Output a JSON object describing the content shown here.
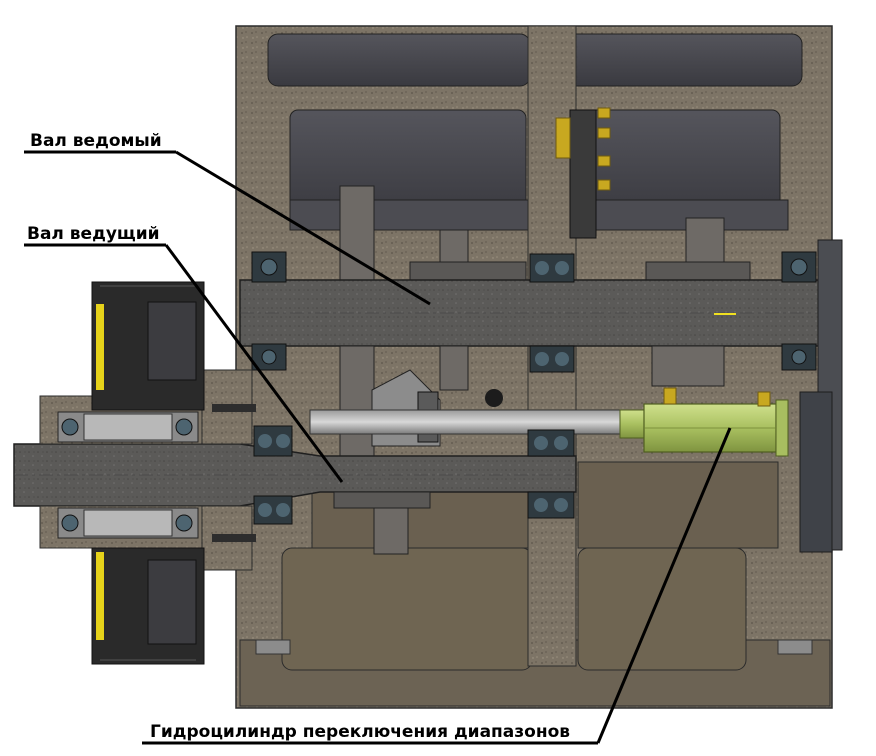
{
  "labels": {
    "driven_shaft": "Вал ведомый",
    "drive_shaft": "Вал ведущий",
    "range_cylinder": "Гидроцилиндр переключения диапазонов"
  },
  "colors": {
    "background": "#ffffff",
    "housing": "#605a52",
    "housing_section": "#8a8070",
    "cavity": "#4a4a50",
    "shaft": "#555555",
    "oil_chamber": "#7a6e58",
    "cylinder": "#b9cf78",
    "pulley": "#2a2a2a",
    "pulley_highlight": "#e6d21a",
    "fitting": "#c8a820"
  }
}
